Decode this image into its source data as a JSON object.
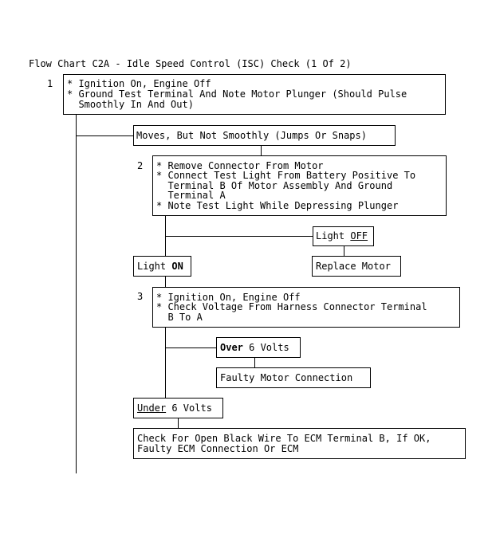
{
  "title": "Flow Chart C2A - Idle Speed Control (ISC) Check (1 Of 2)",
  "steps": {
    "s1": {
      "number": "1",
      "lines": [
        "* Ignition On, Engine Off",
        "* Ground Test Terminal And Note Motor Plunger (Should Pulse",
        "  Smoothly In And Out)"
      ]
    },
    "s2": {
      "number": "2",
      "lines": [
        "* Remove Connector From Motor",
        "* Connect Test Light From Battery Positive To",
        "  Terminal B Of Motor Assembly And Ground",
        "  Terminal A",
        "* Note Test Light While Depressing Plunger"
      ]
    },
    "s3": {
      "number": "3",
      "lines": [
        "* Ignition On, Engine Off",
        "* Check Voltage From Harness Connector Terminal",
        "  B To A"
      ]
    }
  },
  "results": {
    "moves_not_smoothly": "Moves, But Not Smoothly (Jumps Or Snaps)",
    "light_off_prefix": "Light ",
    "light_off_emph": "OFF",
    "replace_motor": "Replace Motor",
    "light_on_prefix": "Light ",
    "light_on_emph": "ON",
    "over_emph": "Over",
    "over_suffix": " 6 Volts",
    "faulty_motor_connection": "Faulty Motor Connection",
    "under_emph": "Under",
    "under_suffix": " 6 Volts",
    "check_open_wire": [
      "Check For Open Black Wire To ECM Terminal B, If OK,",
      "Faulty ECM Connection Or ECM"
    ]
  }
}
